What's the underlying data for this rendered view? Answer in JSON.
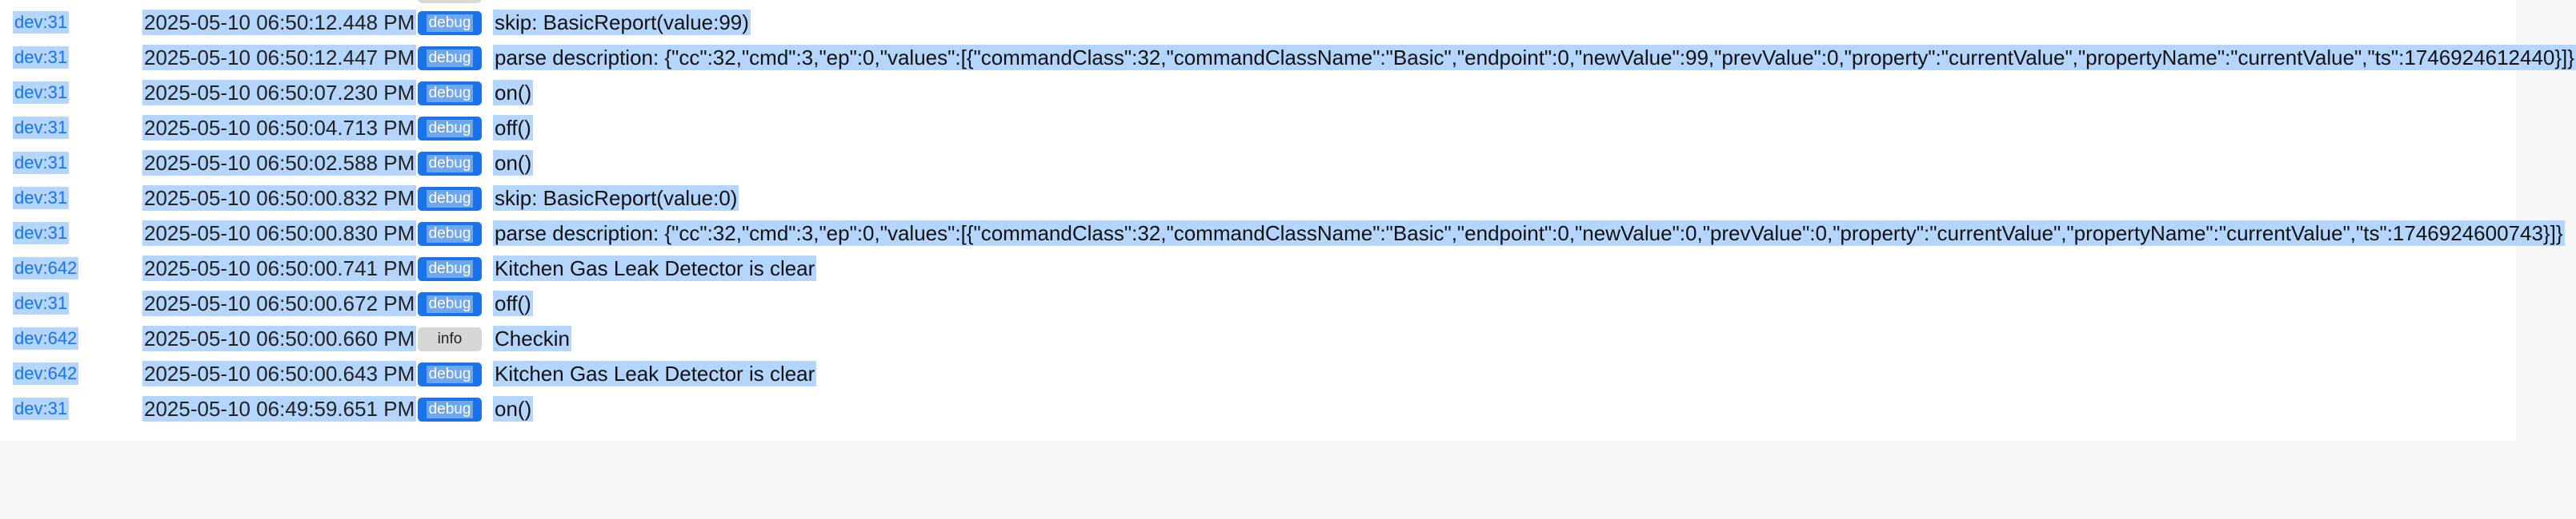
{
  "log": {
    "rows": [
      {
        "dev": "dev:31",
        "timestamp": "2025-05-10 06:50:12.448 PM",
        "level": "debug",
        "message": "skip: BasicReport(value:99)"
      },
      {
        "dev": "dev:31",
        "timestamp": "2025-05-10 06:50:12.447 PM",
        "level": "debug",
        "message": "parse description: {\"cc\":32,\"cmd\":3,\"ep\":0,\"values\":[{\"commandClass\":32,\"commandClassName\":\"Basic\",\"endpoint\":0,\"newValue\":99,\"prevValue\":0,\"property\":\"currentValue\",\"propertyName\":\"currentValue\",\"ts\":1746924612440}]}"
      },
      {
        "dev": "dev:31",
        "timestamp": "2025-05-10 06:50:07.230 PM",
        "level": "debug",
        "message": "on()"
      },
      {
        "dev": "dev:31",
        "timestamp": "2025-05-10 06:50:04.713 PM",
        "level": "debug",
        "message": "off()"
      },
      {
        "dev": "dev:31",
        "timestamp": "2025-05-10 06:50:02.588 PM",
        "level": "debug",
        "message": "on()"
      },
      {
        "dev": "dev:31",
        "timestamp": "2025-05-10 06:50:00.832 PM",
        "level": "debug",
        "message": "skip: BasicReport(value:0)"
      },
      {
        "dev": "dev:31",
        "timestamp": "2025-05-10 06:50:00.830 PM",
        "level": "debug",
        "message": "parse description: {\"cc\":32,\"cmd\":3,\"ep\":0,\"values\":[{\"commandClass\":32,\"commandClassName\":\"Basic\",\"endpoint\":0,\"newValue\":0,\"prevValue\":0,\"property\":\"currentValue\",\"propertyName\":\"currentValue\",\"ts\":1746924600743}]}"
      },
      {
        "dev": "dev:642",
        "timestamp": "2025-05-10 06:50:00.741 PM",
        "level": "debug",
        "message": "Kitchen Gas Leak Detector is clear"
      },
      {
        "dev": "dev:31",
        "timestamp": "2025-05-10 06:50:00.672 PM",
        "level": "debug",
        "message": "off()"
      },
      {
        "dev": "dev:642",
        "timestamp": "2025-05-10 06:50:00.660 PM",
        "level": "info",
        "message": "Checkin"
      },
      {
        "dev": "dev:642",
        "timestamp": "2025-05-10 06:50:00.643 PM",
        "level": "debug",
        "message": "Kitchen Gas Leak Detector is clear"
      },
      {
        "dev": "dev:31",
        "timestamp": "2025-05-10 06:49:59.651 PM",
        "level": "debug",
        "message": "on()"
      }
    ]
  },
  "colors": {
    "link": "#1a73e8",
    "debug_badge": "#1a73e8",
    "info_badge": "#d6d6d6",
    "selection": "#b4d5fe",
    "page_background": "#f7f7f7"
  }
}
